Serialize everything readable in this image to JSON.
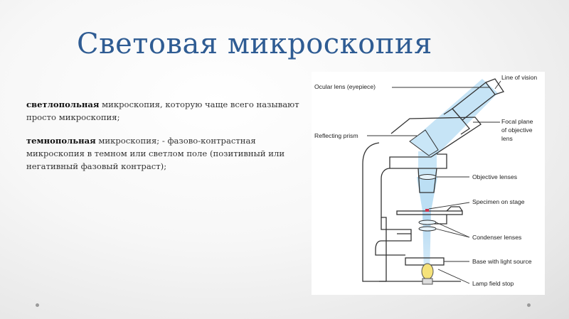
{
  "title": "Световая микроскопия",
  "paragraphs": [
    {
      "term": "светлопольная",
      "text": " микроскопия, которую чаще всего называют просто микроскопия;"
    },
    {
      "term": "темнопольная",
      "text": " микроскопия; - фазово-контрастная микроскопия в темном или светлом поле (позитивный или негативный фазовый контраст);"
    }
  ],
  "figure": {
    "labels": {
      "line_of_vision": "Line of vision",
      "ocular_lens": "Ocular lens (eyepiece)",
      "focal_plane_1": "Focal plane",
      "focal_plane_2": "of objective",
      "focal_plane_3": "lens",
      "reflecting_prism": "Reflecting prism",
      "objective_lenses": "Objective lenses",
      "specimen_on_stage": "Specimen on stage",
      "condenser_lenses": "Condenser lenses",
      "base_with_light_source": "Base with light source",
      "lamp_field_stop": "Lamp field stop"
    },
    "colors": {
      "light_beam": "#a9d3ef",
      "specimen": "#d0304a",
      "lamp": "#f5e27a",
      "outline": "#333333"
    }
  }
}
